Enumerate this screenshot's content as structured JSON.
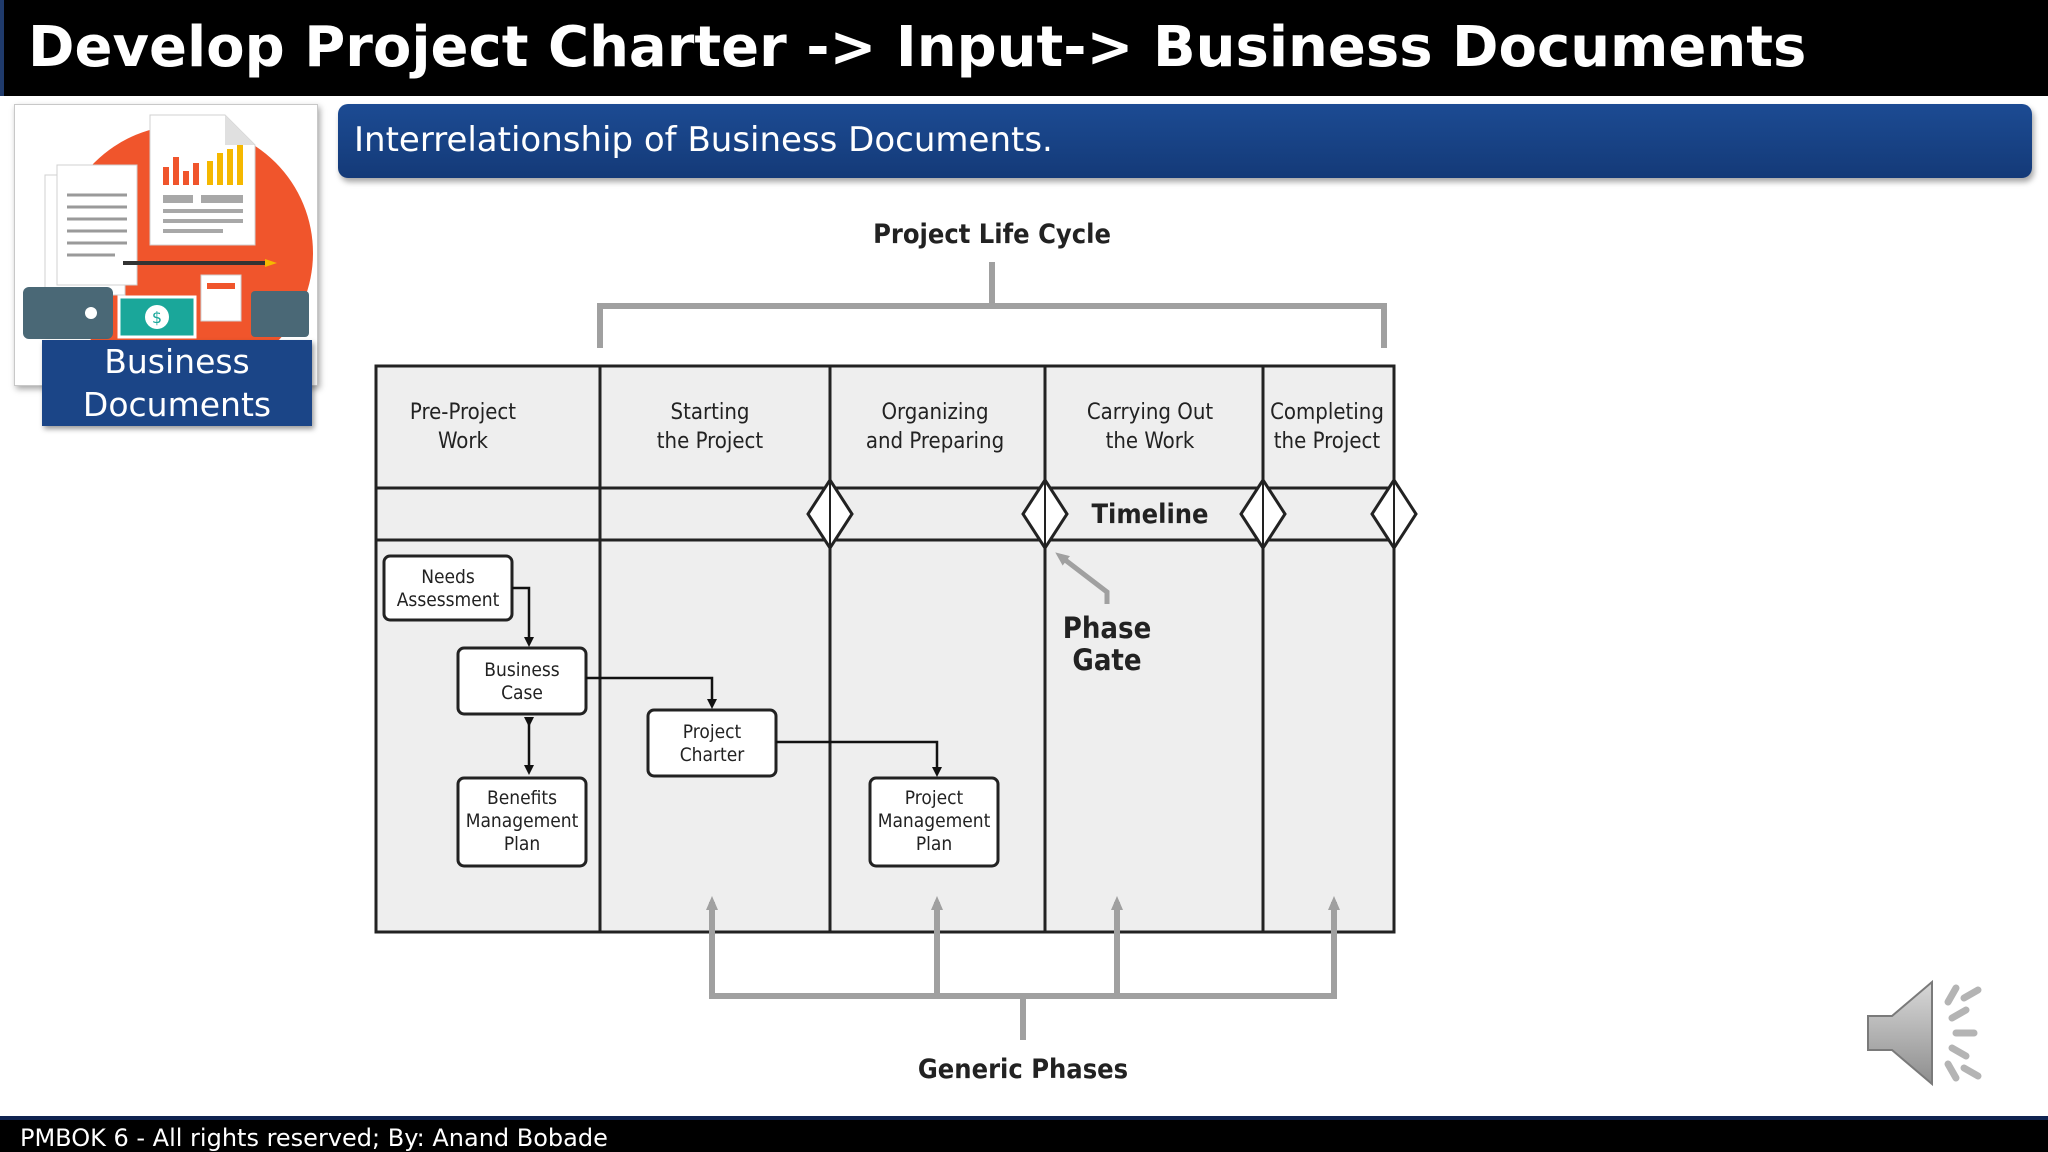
{
  "header": {
    "title": "Develop Project Charter -> Input-> Business Documents"
  },
  "thumbnail": {
    "label_line1": "Business",
    "label_line2": "Documents"
  },
  "banner": {
    "subtitle": "Interrelationship of Business Documents."
  },
  "diagram": {
    "lifecycle_label": "Project Life Cycle",
    "phases": [
      {
        "line1": "Pre-Project",
        "line2": "Work"
      },
      {
        "line1": "Starting",
        "line2": "the Project"
      },
      {
        "line1": "Organizing",
        "line2": "and Preparing"
      },
      {
        "line1": "Carrying Out",
        "line2": "the Work"
      },
      {
        "line1": "Completing",
        "line2": "the Project"
      }
    ],
    "timeline_label": "Timeline",
    "phase_gate": {
      "line1": "Phase",
      "line2": "Gate"
    },
    "boxes": {
      "needs_assessment": {
        "line1": "Needs",
        "line2": "Assessment"
      },
      "business_case": {
        "line1": "Business",
        "line2": "Case"
      },
      "benefits_plan": {
        "line1": "Benefits",
        "line2": "Management",
        "line3": "Plan"
      },
      "project_charter": {
        "line1": "Project",
        "line2": "Charter"
      },
      "pm_plan": {
        "line1": "Project",
        "line2": "Management",
        "line3": "Plan"
      }
    },
    "generic_phases_label": "Generic Phases"
  },
  "footer": {
    "credit": "PMBOK 6 - All rights reserved; By: Anand Bobade"
  },
  "icons": {
    "speaker": "speaker-volume-icon",
    "thumbnail": "business-documents-illustration"
  },
  "colors": {
    "title_bg": "#000000",
    "banner_bg": "#1c4b93",
    "label_bg": "#1b4587",
    "accent_orange": "#f0552c"
  }
}
